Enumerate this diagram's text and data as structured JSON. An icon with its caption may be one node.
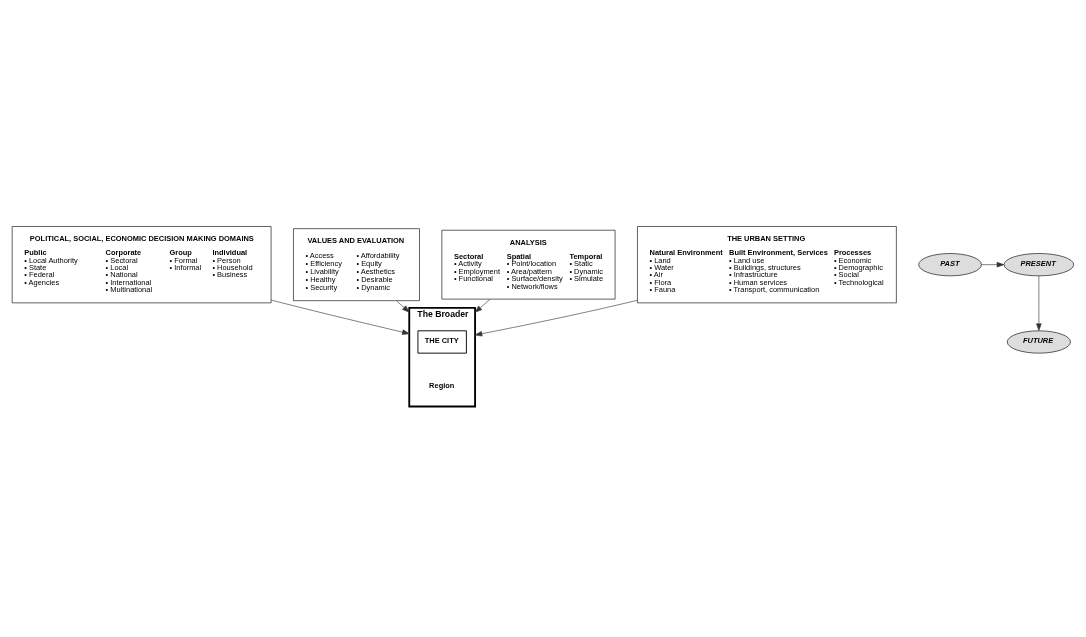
{
  "diagram": {
    "nodes": [
      {
        "text": [
          "POLITICAL, SOCIAL, ECONOMIC DECISION MAKING DOMAINS",
          "Public • Local Authority • State • Federal • Agencies",
          "Corporate • Sectoral • Local • National • International • Multinational",
          "Group • Formal • Informal",
          "Individual • Person • Household • Business"
        ]
      },
      {
        "text": [
          "PAST"
        ]
      },
      {
        "text": [
          "PRESENT"
        ]
      },
      {
        "text": [
          "VALUES AND EVALUATION",
          "• Access • Efficiency • Livability • Healthy • Security",
          "• Affordability • Equity • Aesthetics • Desirable • Dynamic"
        ]
      },
      {
        "text": [
          "The Broader",
          "Region"
        ]
      },
      {
        "text": [
          "THE CITY"
        ],
        "in": 4
      },
      {
        "text": [
          "ANALYSIS",
          "Sectoral • Activity • Employment • Functional",
          "Spatial • Point/location • Area/pattern • Surface/density • Network/flows",
          "Temporal • Static • Dynamic • Simulate"
        ]
      },
      {
        "text": [
          "FUTURE"
        ]
      },
      {
        "text": [
          "THE URBAN SETTING",
          "Natural Environment • Land • Water • Air • Flora • Fauna",
          "Built Environment, Services • Land use • Buildings, structures • Infrastructure • Human services • Transport, communication",
          "Processes • Economic • Demographic • Social • Technological"
        ]
      }
    ],
    "edges": [
      {
        "from": 0,
        "to": 4,
        "arrow": "to"
      },
      {
        "from": 1,
        "to": 2,
        "arrow": "to"
      },
      {
        "from": 2,
        "to": 7,
        "arrow": "to"
      },
      {
        "from": 3,
        "to": 4,
        "arrow": "to"
      },
      {
        "from": 6,
        "to": 4,
        "arrow": "to"
      },
      {
        "from": 8,
        "to": 4,
        "arrow": "to"
      }
    ]
  }
}
